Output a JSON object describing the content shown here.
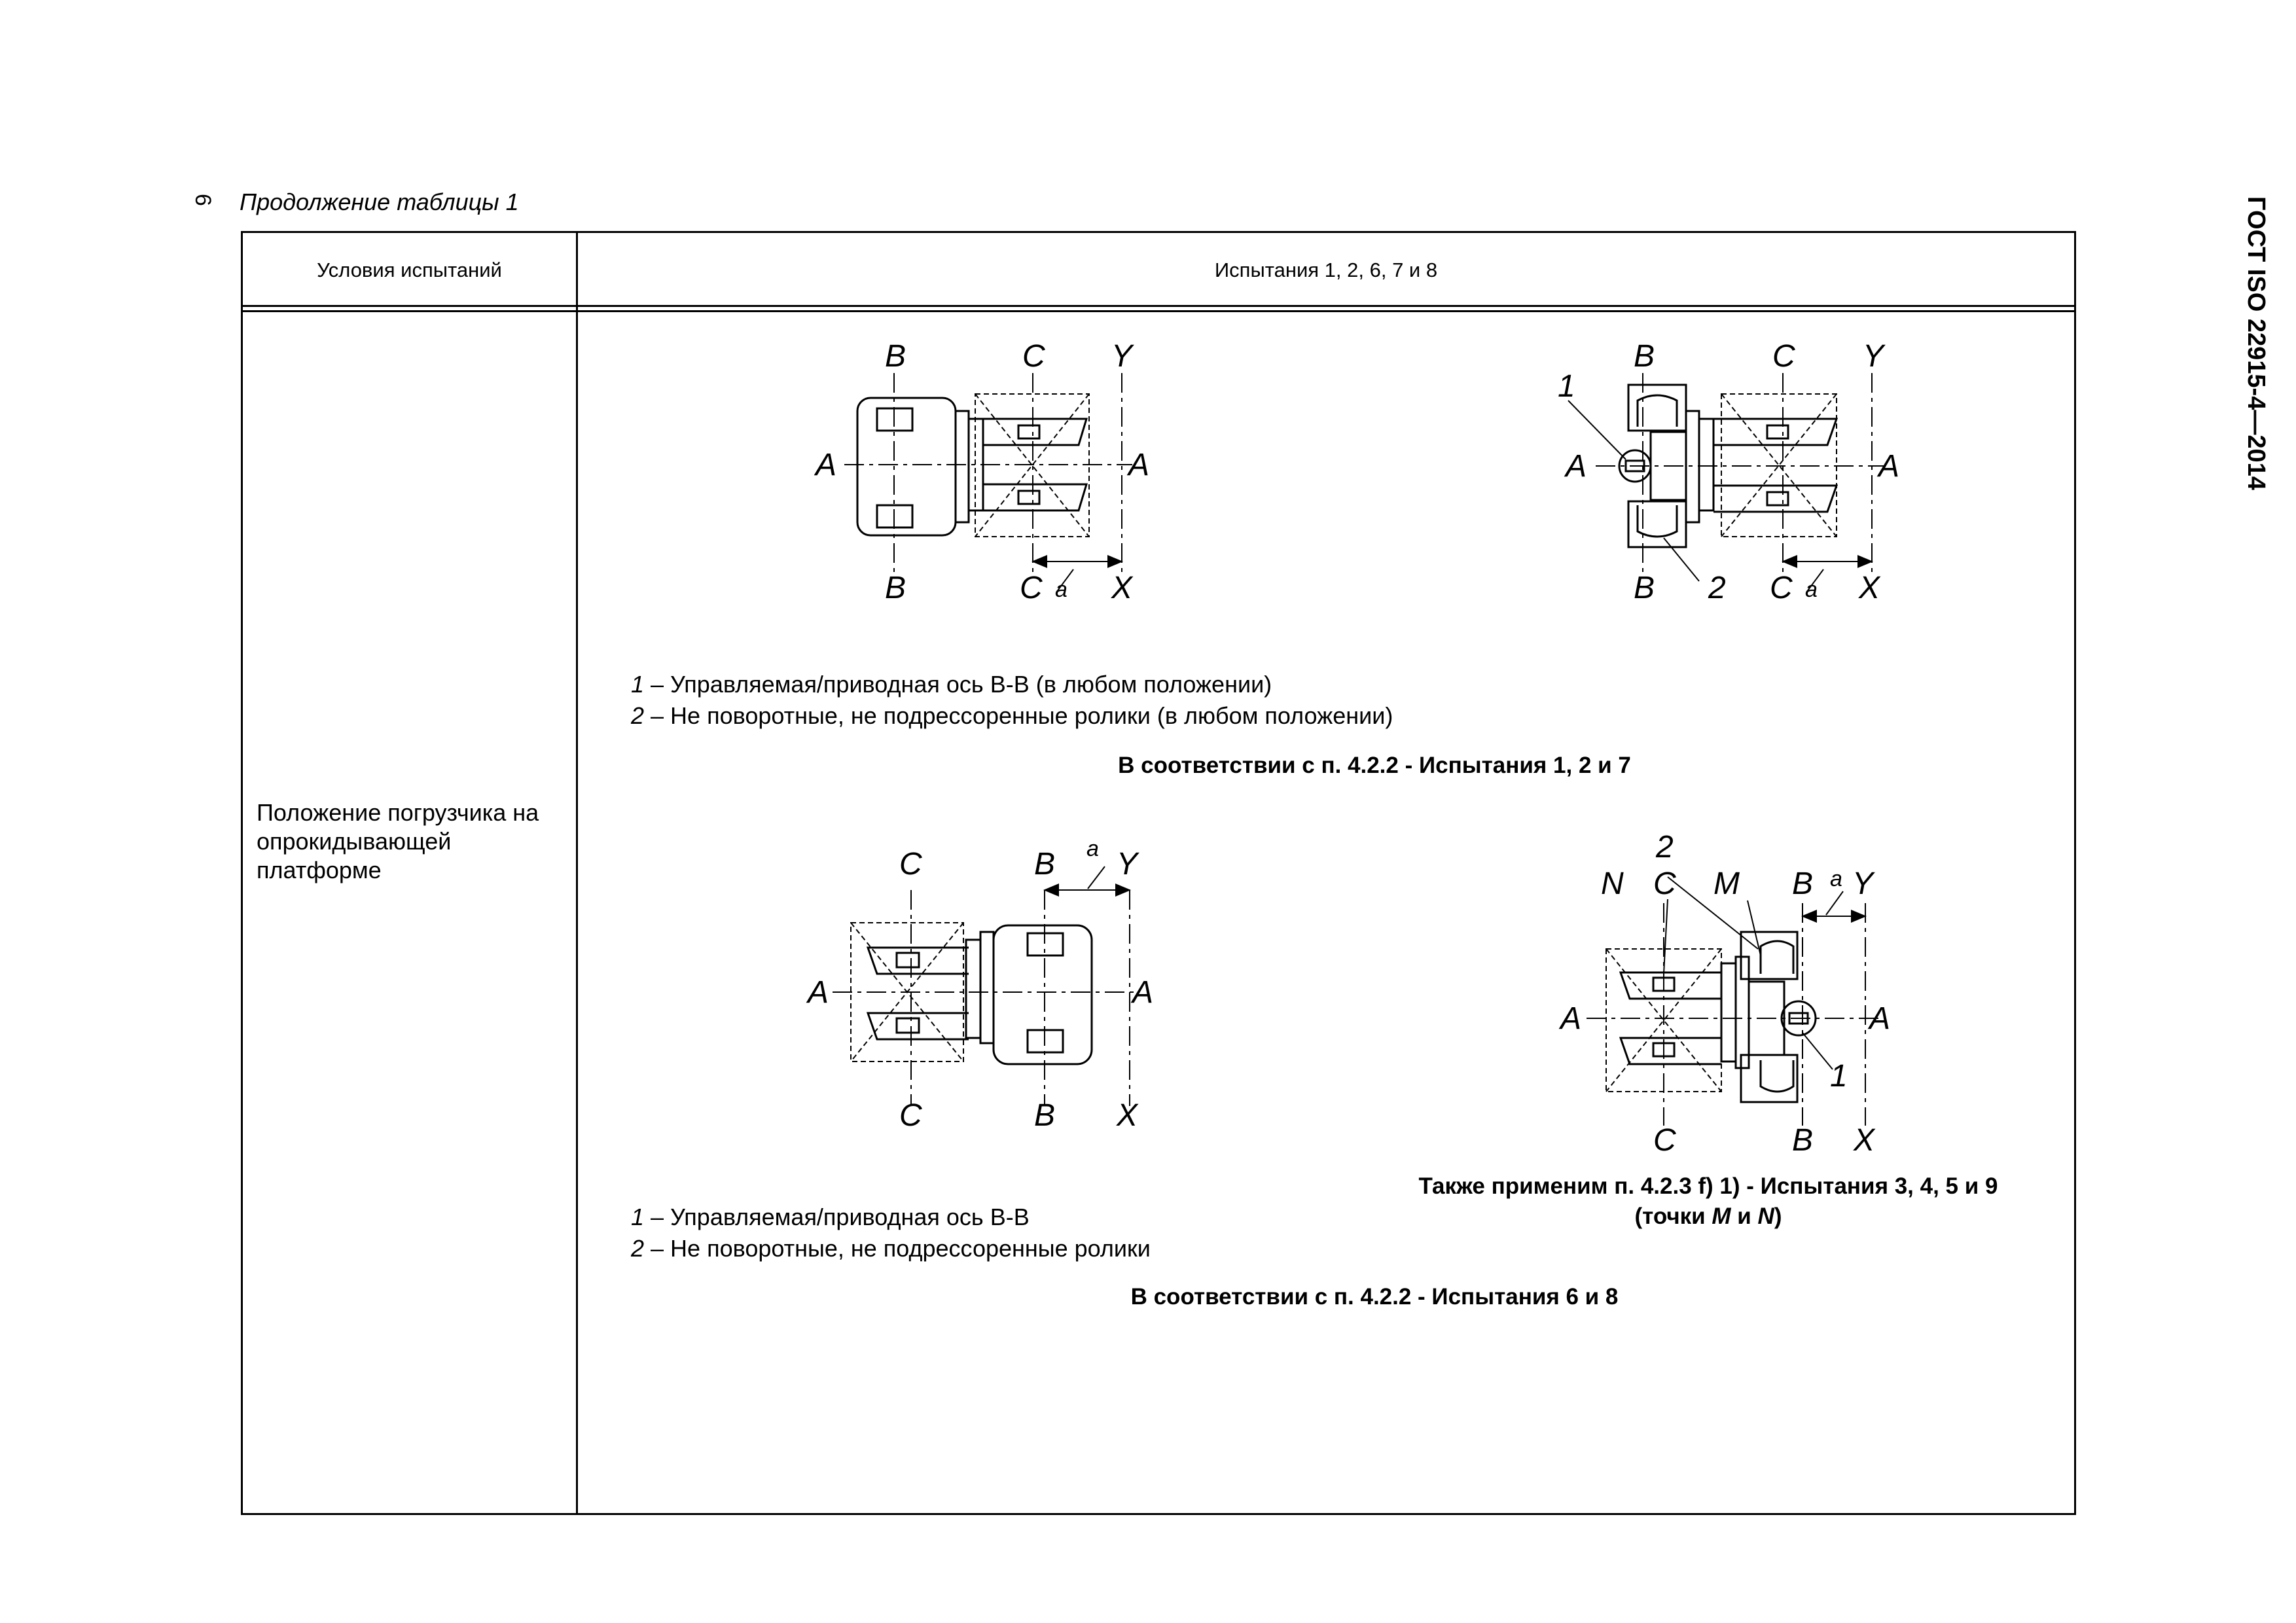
{
  "page": {
    "number": "6",
    "continuation_label": "Продолжение таблицы 1",
    "document_code": "ГОСТ ISO 22915-4—2014"
  },
  "table": {
    "header_left": "Условия испытаний",
    "header_right": "Испытания 1, 2, 6, 7 и 8",
    "condition_text": "Положение погрузчика на опрокидывающей платформе"
  },
  "figures": {
    "labels": {
      "A": "A",
      "B": "B",
      "C": "C",
      "Y": "Y",
      "X": "X",
      "a": "a",
      "M": "M",
      "N": "N",
      "one": "1",
      "two": "2"
    }
  },
  "section_top": {
    "legend_1_num": "1",
    "legend_1_text": " – Управляемая/приводная ось В-В (в любом положении)",
    "legend_2_num": "2",
    "legend_2_text": " – Не поворотные, не подрессоренные ролики (в любом положении)",
    "caption": "В соответствии с п. 4.2.2 - Испытания 1, 2 и 7"
  },
  "section_bottom": {
    "legend_1_num": "1",
    "legend_1_text": " – Управляемая/приводная ось В-В",
    "legend_2_num": "2",
    "legend_2_text": " – Не поворотные, не подрессоренные ролики",
    "caption": "В соответствии с п. 4.2.2 - Испытания 6 и 8",
    "right_caption_line1": "Также применим п. 4.2.3 f) 1) - Испытания 3, 4, 5 и 9",
    "right_caption_line2_pre": "(точки ",
    "right_caption_M": "M",
    "right_caption_mid": " и ",
    "right_caption_N": "N",
    "right_caption_post": ")"
  }
}
